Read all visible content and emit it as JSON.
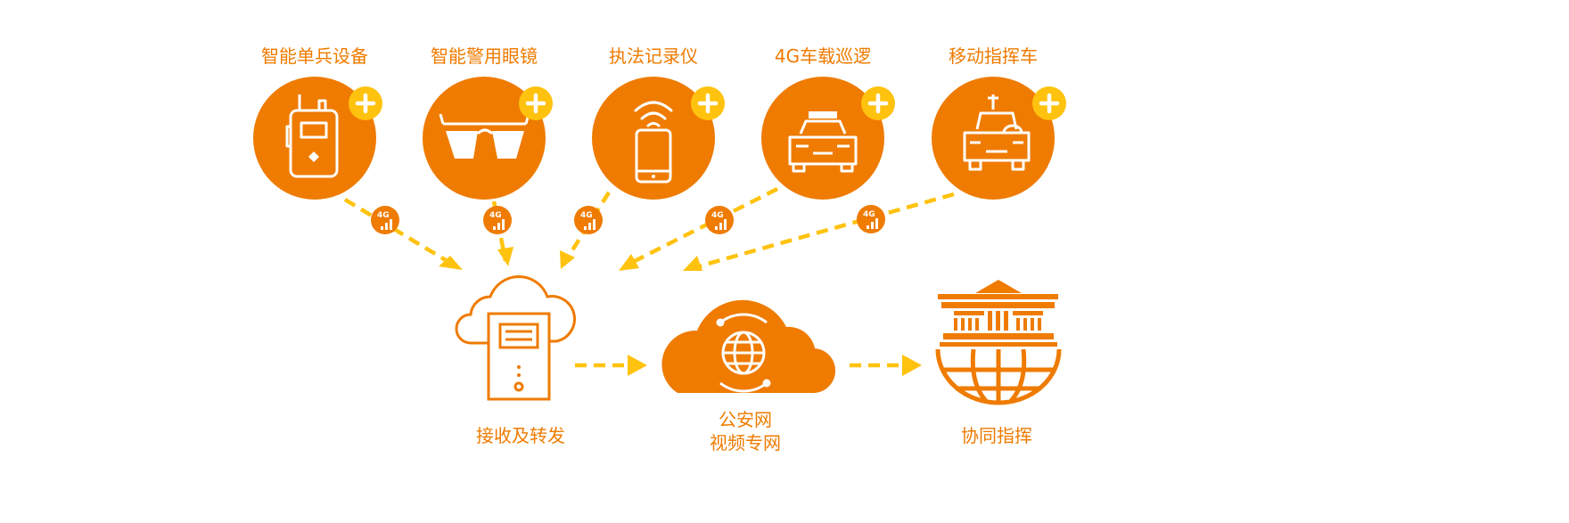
{
  "colors": {
    "orange": "#ef7b00",
    "yellow": "#ffc20e",
    "white": "#ffffff"
  },
  "devices": [
    {
      "label": "智能单兵设备",
      "icon": "walkie-talkie-icon"
    },
    {
      "label": "智能警用眼镜",
      "icon": "smart-glasses-icon"
    },
    {
      "label": "执法记录仪",
      "icon": "body-camera-phone-icon"
    },
    {
      "label": "4G车载巡逻",
      "icon": "police-car-icon"
    },
    {
      "label": "移动指挥车",
      "icon": "command-vehicle-icon"
    }
  ],
  "network_badge": "4G",
  "nodes": [
    {
      "lines": [
        "接收及转发"
      ],
      "icon": "cloud-server-icon"
    },
    {
      "lines": [
        "公安网",
        "视频专网"
      ],
      "icon": "cloud-globe-icon"
    },
    {
      "lines": [
        "协同指挥"
      ],
      "icon": "command-center-globe-icon"
    }
  ]
}
